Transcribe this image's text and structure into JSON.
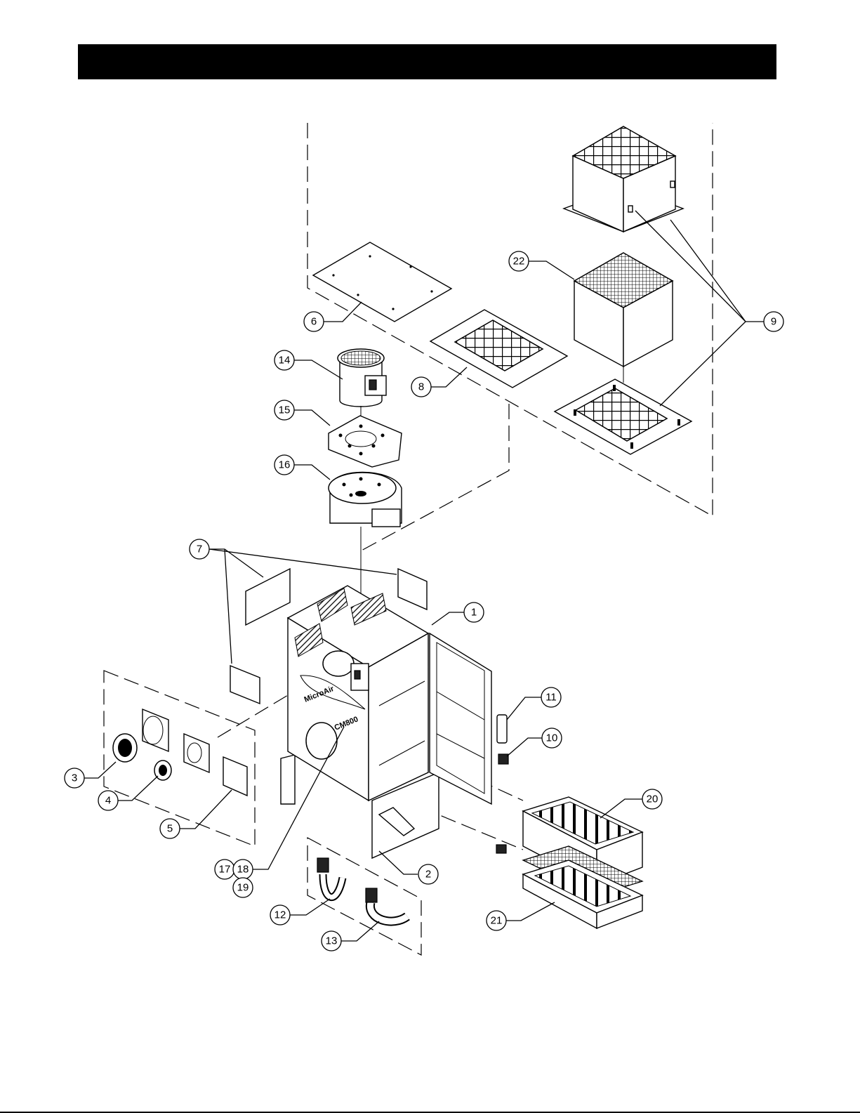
{
  "callouts": [
    {
      "id": "c1",
      "label": "1"
    },
    {
      "id": "c2",
      "label": "2"
    },
    {
      "id": "c3",
      "label": "3"
    },
    {
      "id": "c4",
      "label": "4"
    },
    {
      "id": "c5",
      "label": "5"
    },
    {
      "id": "c6",
      "label": "6"
    },
    {
      "id": "c7",
      "label": "7"
    },
    {
      "id": "c8",
      "label": "8"
    },
    {
      "id": "c9",
      "label": "9"
    },
    {
      "id": "c10",
      "label": "10"
    },
    {
      "id": "c11",
      "label": "11"
    },
    {
      "id": "c12",
      "label": "12"
    },
    {
      "id": "c13",
      "label": "13"
    },
    {
      "id": "c14",
      "label": "14"
    },
    {
      "id": "c15",
      "label": "15"
    },
    {
      "id": "c16",
      "label": "16"
    },
    {
      "id": "c17",
      "label": "17"
    },
    {
      "id": "c18",
      "label": "18"
    },
    {
      "id": "c19",
      "label": "19"
    },
    {
      "id": "c20",
      "label": "20"
    },
    {
      "id": "c21",
      "label": "21"
    },
    {
      "id": "c22",
      "label": "22"
    }
  ],
  "cabinet_logo": {
    "brand": "MicroAir",
    "model": "CM800"
  }
}
